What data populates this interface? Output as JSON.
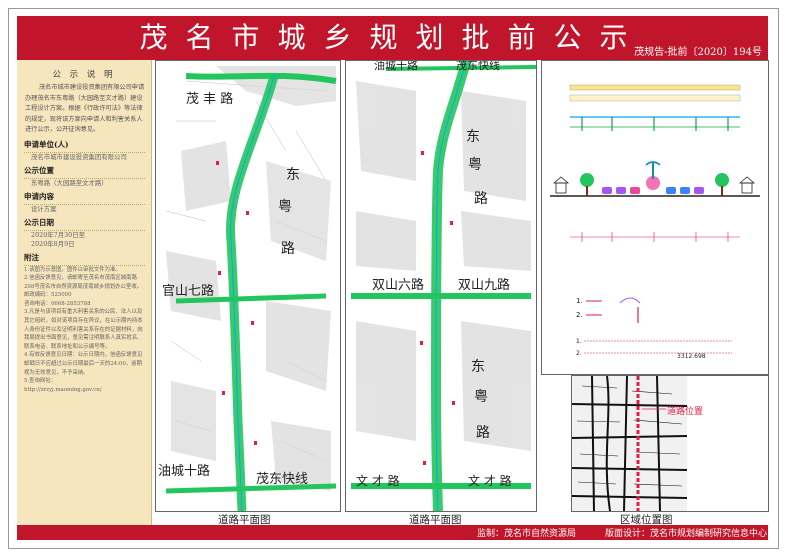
{
  "header": {
    "title": "茂名市城乡规划批前公示",
    "doc_number": "茂规告-批前〔2020〕194号"
  },
  "notice": {
    "heading": "公 示 说 明",
    "intro": "茂名市城市建设投资集团有限公司申请办理茂名市东粤路（大园路至文才路）建设工程设计方案。根据《行政许可法》等法律的规定，现将该方案向申请人和利害关系人进行公示，公开征询意见。",
    "applicant_label": "申请单位(人)",
    "applicant": "茂名市城市建设投资集团有限公司",
    "location_label": "公示位置",
    "location": "东粤路（大园路至文才路）",
    "content_label": "申请内容",
    "content": "设计方案",
    "period_label": "公示日期",
    "period_start": "2020年7月30日至",
    "period_end": "2020年8月9日",
    "notes_label": "附注",
    "notes": [
      "1.该图为示意图，图件以审批文件为准。",
      "2.信函反馈意见，请邮寄至茂名市茂南区城南路208号茂名市自然资源局茂南城乡规划办公室收。",
      "邮政编码：525000",
      "咨询电话：0668-2853788",
      "3.凡是与该项目有重大利害关系的公民、法人以及其它组织，如对该项目存在异议，在公示期内持本人身份证件以及证明利害关系存在的证据材料，向我局提出书面意见，意见需注明联系人真实姓名、联系电话、联系地址和公示编号等。",
      "4.有效反馈意见日期：公示日期内，信函反馈意见邮戳日不应超过公示日期最后一天的24:00，逾期视为无效意见，不予采纳。",
      "5.查询网址：",
      "http://zrzyj.maoming.gov.cn/"
    ]
  },
  "plan_left": {
    "caption": "道路平面图",
    "labels": [
      "茂 丰 路",
      "东",
      "粤",
      "路",
      "官山七路",
      "油城十路",
      "茂东快线"
    ]
  },
  "plan_mid": {
    "caption": "道路平面图",
    "labels": [
      "油城十路",
      "茂东快线",
      "东",
      "粤",
      "路",
      "双山六路",
      "双山九路",
      "东",
      "粤",
      "路",
      "文 才 路",
      "文 才 路"
    ]
  },
  "section": {
    "legend_1": "1.",
    "legend_2": "2.",
    "notes_1": "1.",
    "notes_2": "2.",
    "note_text": "3312.698"
  },
  "location": {
    "caption": "区域位置图",
    "marker_label": "道路位置"
  },
  "footer": {
    "supervisor": "监制：茂名市自然资源局",
    "designer": "版面设计：茂名市规划编制研究信息中心"
  },
  "colors": {
    "title_red": "#c0152a",
    "panel_bg": "#f6e6be",
    "road_green": "#22c55e"
  }
}
